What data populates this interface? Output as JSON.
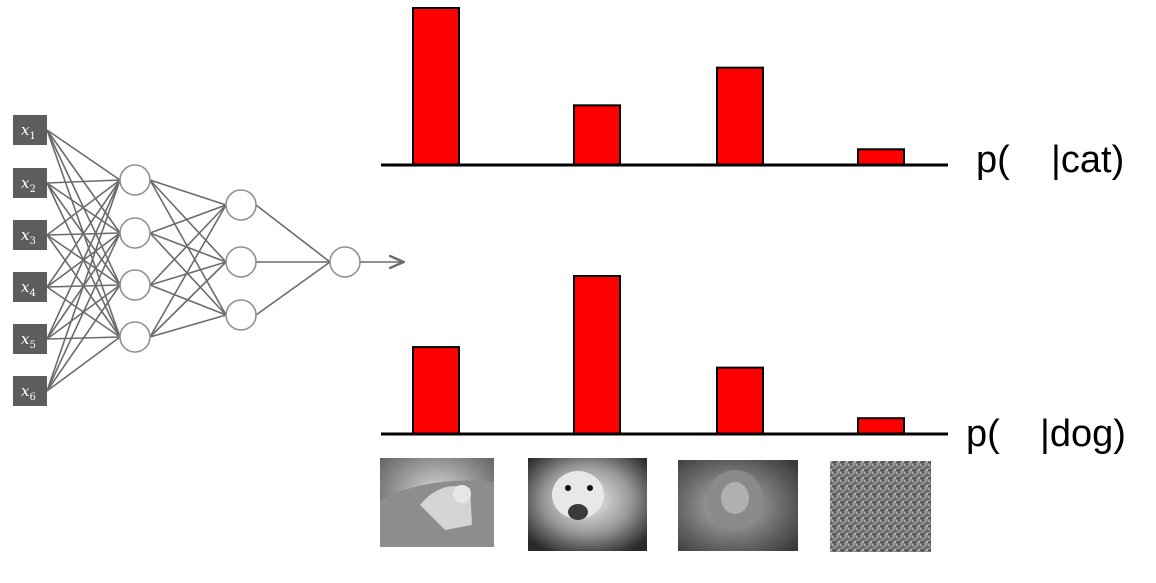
{
  "network": {
    "inputs": [
      {
        "base": "x",
        "sub": "1"
      },
      {
        "base": "x",
        "sub": "2"
      },
      {
        "base": "x",
        "sub": "3"
      },
      {
        "base": "x",
        "sub": "4"
      },
      {
        "base": "x",
        "sub": "5"
      },
      {
        "base": "x",
        "sub": "6"
      }
    ],
    "hidden_layer_sizes": [
      4,
      3
    ],
    "output_count": 1
  },
  "colors": {
    "bar_fill": "#ff0000",
    "input_box": "#5d5d5d",
    "edge": "#6b6b6b",
    "node_stroke": "#9a8a9a"
  },
  "chart_data": [
    {
      "type": "bar",
      "label_left": "p(",
      "label_right": "|cat)",
      "categories": [
        "cat",
        "dog",
        "monkey",
        "noise"
      ],
      "values": [
        1.0,
        0.38,
        0.62,
        0.1
      ],
      "ylim": [
        0,
        1.0
      ]
    },
    {
      "type": "bar",
      "label_left": "p(",
      "label_right": "|dog)",
      "categories": [
        "cat",
        "dog",
        "monkey",
        "noise"
      ],
      "values": [
        0.55,
        1.0,
        0.42,
        0.1
      ],
      "ylim": [
        0,
        1.0
      ]
    }
  ],
  "thumbnails": [
    {
      "icon": "cat-photo-icon"
    },
    {
      "icon": "dog-photo-icon"
    },
    {
      "icon": "monkey-photo-icon"
    },
    {
      "icon": "noise-photo-icon"
    }
  ]
}
